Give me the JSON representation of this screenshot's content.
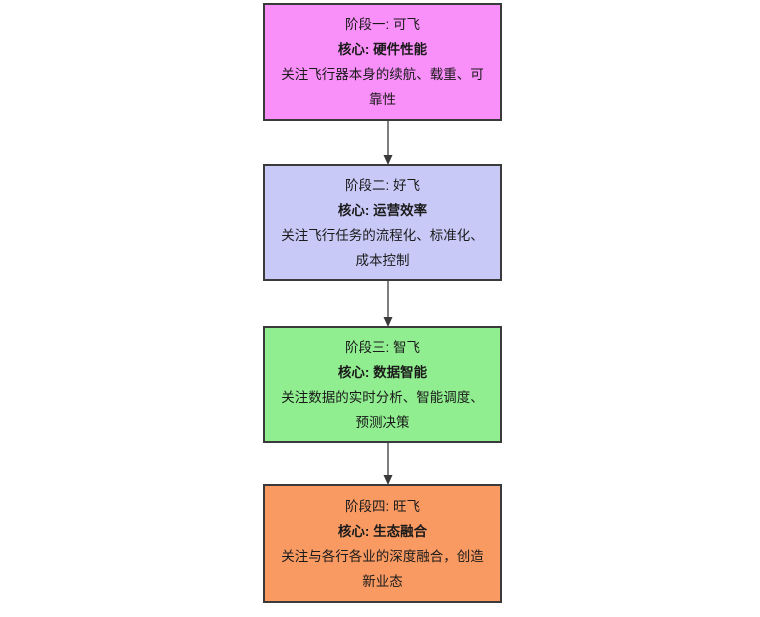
{
  "diagram": {
    "type": "vertical-flowchart",
    "title": "",
    "background_color": "#ffffff",
    "edge_color": "#3a3a3a",
    "border_color": "#3a3a3a",
    "text_color": "#1a1a1a",
    "nodes": [
      {
        "id": "stage-1",
        "stage": "阶段一: 可飞",
        "core": "核心: 硬件性能",
        "desc": "关注飞行器本身的续航、载重、可靠性",
        "fill": "#f98ff9"
      },
      {
        "id": "stage-2",
        "stage": "阶段二: 好飞",
        "core": "核心: 运营效率",
        "desc": "关注飞行任务的流程化、标准化、成本控制",
        "fill": "#c9c9f8"
      },
      {
        "id": "stage-3",
        "stage": "阶段三: 智飞",
        "core": "核心: 数据智能",
        "desc": "关注数据的实时分析、智能调度、预测决策",
        "fill": "#90ee90"
      },
      {
        "id": "stage-4",
        "stage": "阶段四: 旺飞",
        "core": "核心: 生态融合",
        "desc": "关注与各行各业的深度融合，创造新业态",
        "fill": "#fa9a63"
      }
    ],
    "edges": [
      {
        "id": "edge-1-2",
        "from": "stage-1",
        "to": "stage-2",
        "label": "",
        "arrow": "down-arrow-icon"
      },
      {
        "id": "edge-2-3",
        "from": "stage-2",
        "to": "stage-3",
        "label": "",
        "arrow": "down-arrow-icon"
      },
      {
        "id": "edge-3-4",
        "from": "stage-3",
        "to": "stage-4",
        "label": "",
        "arrow": "down-arrow-icon"
      }
    ]
  }
}
